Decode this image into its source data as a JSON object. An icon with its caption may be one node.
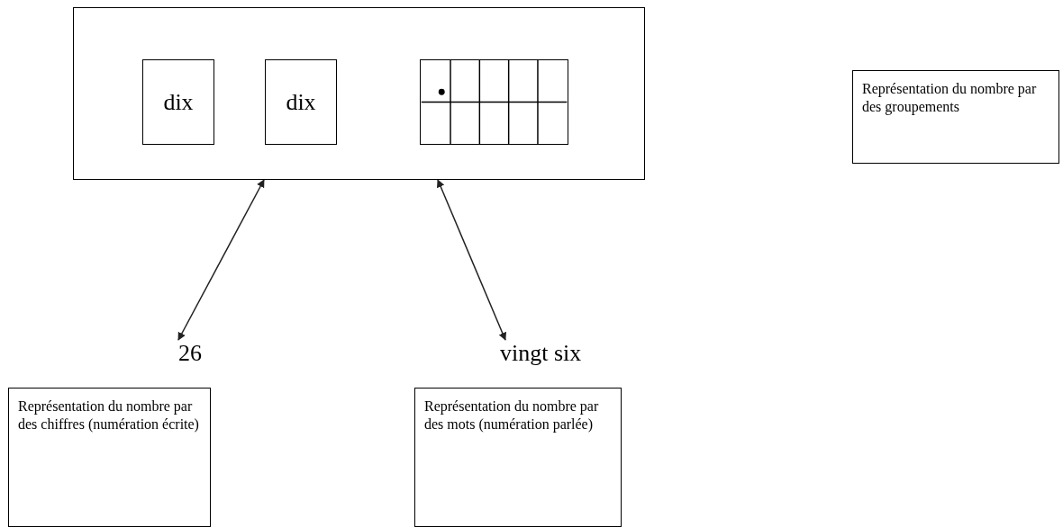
{
  "diagram": {
    "nodes": [
      {
        "text": [],
        "shape": "box"
      },
      {
        "text": [
          "dix"
        ],
        "in": 0
      },
      {
        "text": [
          "dix"
        ],
        "in": 0
      },
      {
        "text": [],
        "shape": "grid",
        "in": 0
      },
      {
        "text": [
          "Représentation du nombre par des groupements"
        ]
      },
      {
        "text": [
          "26"
        ]
      },
      {
        "text": [
          "vingt six"
        ]
      },
      {
        "text": [
          "Représentation du nombre par des chiffres (numération écrite)"
        ]
      },
      {
        "text": [
          "Représentation du nombre par des mots (numération parlée)"
        ]
      }
    ],
    "edges": [
      {
        "from": 5,
        "to": 0,
        "arrow": "both"
      },
      {
        "from": 6,
        "to": 0,
        "arrow": "both"
      }
    ]
  }
}
